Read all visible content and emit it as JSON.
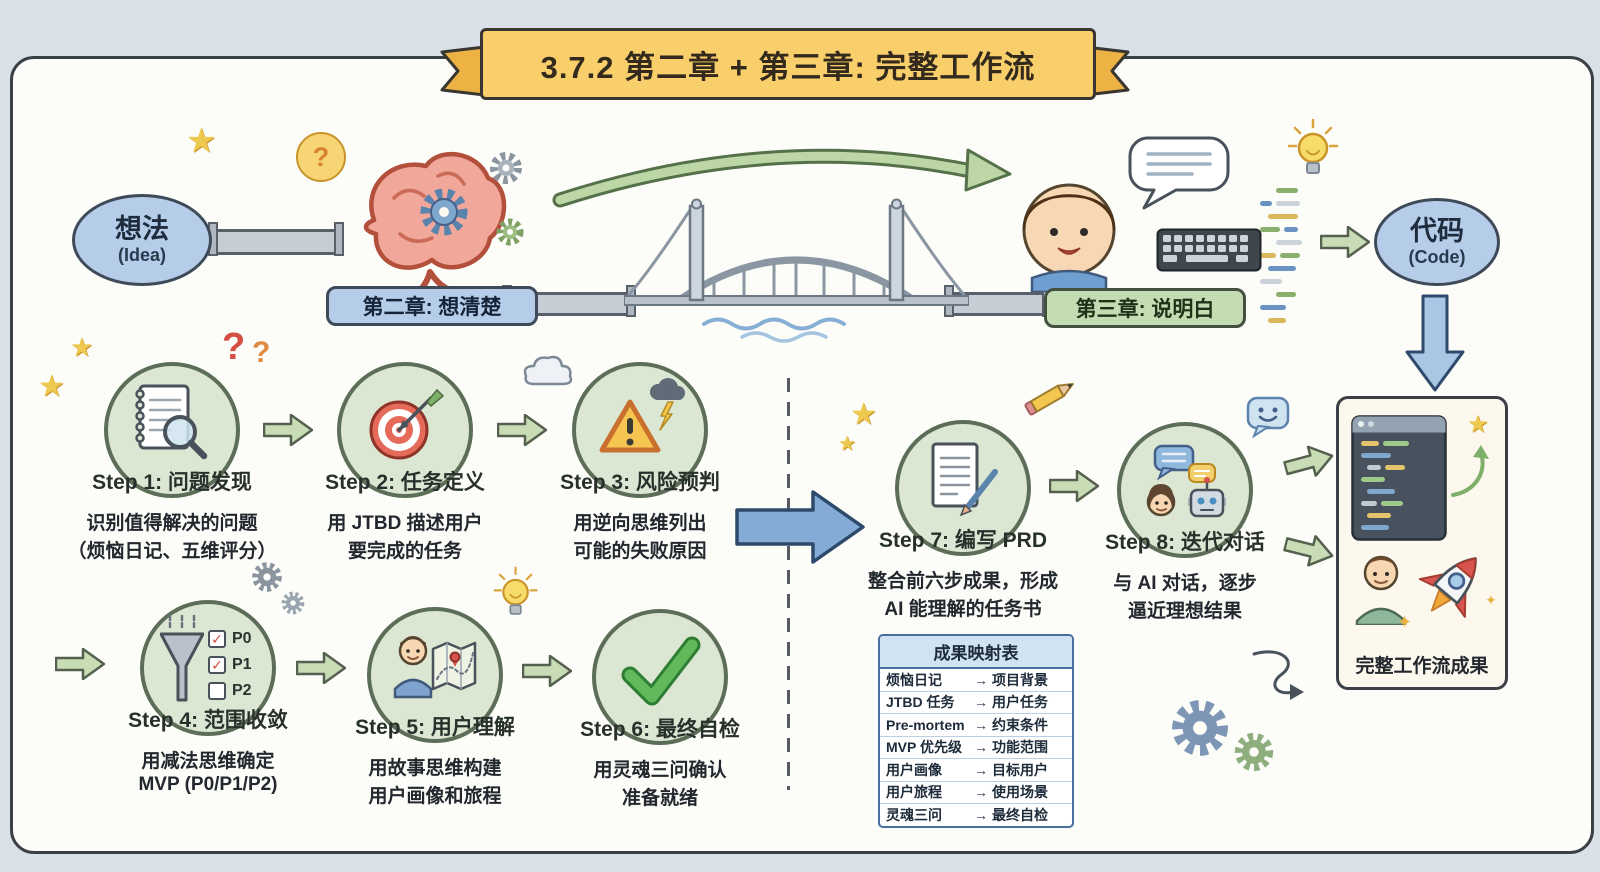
{
  "title": "3.7.2 第二章 + 第三章: 完整工作流",
  "top": {
    "idea": {
      "main": "想法",
      "sub": "(Idea)"
    },
    "code": {
      "main": "代码",
      "sub": "(Code)"
    },
    "chapter2_badge": "第二章: 想清楚",
    "chapter3_badge": "第三章: 说明白"
  },
  "steps": [
    {
      "label": "Step 1: 问题发现",
      "caption1": "识别值得解决的问题",
      "caption2": "（烦恼日记、五维评分）"
    },
    {
      "label": "Step 2: 任务定义",
      "caption1": "用 JTBD 描述用户",
      "caption2": "要完成的任务"
    },
    {
      "label": "Step 3: 风险预判",
      "caption1": "用逆向思维列出",
      "caption2": "可能的失败原因"
    },
    {
      "label": "Step 4: 范围收敛",
      "caption1": "用减法思维确定",
      "caption2": "MVP (P0/P1/P2)"
    },
    {
      "label": "Step 5: 用户理解",
      "caption1": "用故事思维构建",
      "caption2": "用户画像和旅程"
    },
    {
      "label": "Step 6: 最终自检",
      "caption1": "用灵魂三问确认",
      "caption2": "准备就绪"
    },
    {
      "label": "Step 7: 编写 PRD",
      "caption1": "整合前六步成果，形成",
      "caption2": "AI 能理解的任务书"
    },
    {
      "label": "Step 8: 迭代对话",
      "caption1": "与 AI 对话，逐步",
      "caption2": "逼近理想结果"
    }
  ],
  "step4_checklist": {
    "items": [
      {
        "label": "P0",
        "checked": "✓"
      },
      {
        "label": "P1",
        "checked": "✓"
      },
      {
        "label": "P2",
        "checked": ""
      }
    ]
  },
  "mapping_table": {
    "title": "成果映射表",
    "rows": [
      {
        "from": "烦恼日记",
        "to": "项目背景"
      },
      {
        "from": "JTBD 任务",
        "to": "用户任务"
      },
      {
        "from": "Pre-mortem",
        "to": "约束条件"
      },
      {
        "from": "MVP 优先级",
        "to": "功能范围"
      },
      {
        "from": "用户画像",
        "to": "目标用户"
      },
      {
        "from": "用户旅程",
        "to": "使用场景"
      },
      {
        "from": "灵魂三问",
        "to": "最终自检"
      }
    ]
  },
  "result_panel": {
    "caption": "完整工作流成果"
  },
  "icons": {
    "star": "★",
    "sparkle": "✦",
    "check": "✓",
    "question": "?",
    "arrow": "→"
  },
  "colors": {
    "accent_blue": "#b5cde9",
    "accent_green": "#c3dcb4",
    "banner_yellow": "#f8cf6a",
    "circle_green": "#dbe7d2"
  }
}
